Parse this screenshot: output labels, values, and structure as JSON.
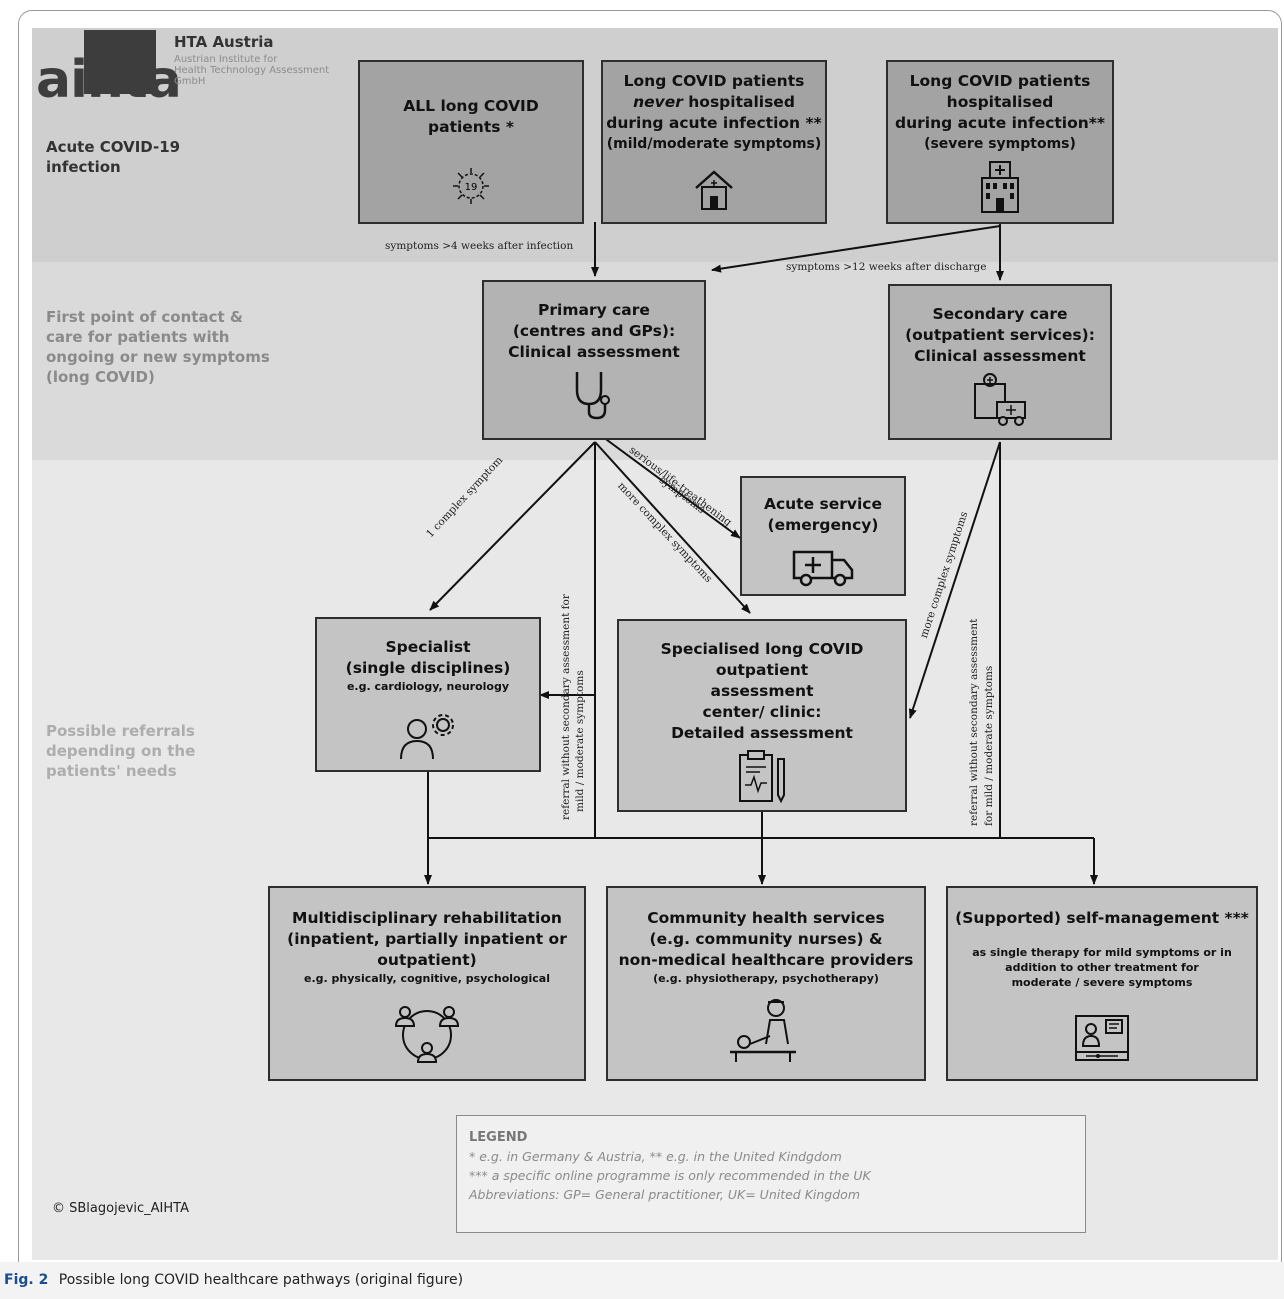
{
  "header": {
    "logo_text": "aihta",
    "org_name": "HTA Austria",
    "org_full_lines": [
      "Austrian Institute for",
      "Health Technology Assessment",
      "GmbH"
    ]
  },
  "side_labels": {
    "acute": [
      "Acute COVID-19",
      "infection"
    ],
    "first_contact": [
      "First point of contact  &",
      "care for patients with",
      "ongoing or new symptoms",
      "(long COVID)"
    ],
    "referrals": [
      "Possible referrals",
      "depending on the",
      "patients' needs"
    ]
  },
  "boxes": {
    "all_patients": {
      "lines": [
        "ALL long COVID",
        "patients *"
      ],
      "icon": "coronavirus-icon"
    },
    "never_hosp": {
      "line1": "Long COVID patients",
      "line2": "never",
      "line2b": " hospitalised",
      "line3": "during acute infection **",
      "line4": "(mild/moderate symptoms)",
      "icon": "house-icon"
    },
    "hosp": {
      "lines": [
        "Long COVID patients",
        "hospitalised",
        "during acute infection**",
        "(severe symptoms)"
      ],
      "icon": "hospital-building-icon"
    },
    "primary": {
      "lines": [
        "Primary care",
        "(centres and GPs):",
        "Clinical assessment"
      ],
      "icon": "stethoscope-icon"
    },
    "secondary": {
      "lines": [
        "Secondary care",
        "(outpatient services):",
        "Clinical assessment"
      ],
      "icon": "hospital-ambulance-icon"
    },
    "acute_service": {
      "lines": [
        "Acute service",
        "(emergency)"
      ],
      "icon": "ambulance-icon"
    },
    "specialist": {
      "lines": [
        "Specialist",
        "(single disciplines)"
      ],
      "sub": "e.g. cardiology, neurology",
      "icon": "specialist-icon"
    },
    "long_covid_clinic": {
      "lines": [
        "Specialised long COVID",
        "outpatient",
        "assessment",
        "center/ clinic:",
        "Detailed assessment"
      ],
      "icon": "clipboard-icon"
    },
    "rehab": {
      "lines": [
        "Multidisciplinary rehabilitation",
        "(inpatient, partially inpatient or",
        "outpatient)"
      ],
      "sub": "e.g. physically, cognitive, psychological",
      "icon": "team-icon"
    },
    "community": {
      "lines": [
        "Community health services",
        "(e.g. community nurses) &",
        "non-medical healthcare providers"
      ],
      "sub": "(e.g. physiotherapy, psychotherapy)",
      "icon": "physiotherapy-icon"
    },
    "self_mgmt": {
      "lines": [
        "(Supported) self-management ***"
      ],
      "sub_lines": [
        "as single therapy for mild symptoms or in",
        "addition to other treatment for",
        "moderate / severe symptoms"
      ],
      "icon": "online-programme-icon"
    }
  },
  "arrow_labels": {
    "four_weeks": "symptoms >4 weeks after infection",
    "twelve_weeks": "symptoms >12 weeks  after discharge",
    "one_complex": "1 complex symptom",
    "more_complex_1": "more complex symptoms",
    "serious": "serious/life-treathening",
    "serious_b": "symptoms",
    "more_complex_2": "more complex symptoms",
    "referral_a1": "referral without secondary assessment for",
    "referral_a2": "mild / moderate symptoms",
    "referral_b1": "referral without secondary assessment",
    "referral_b2": "for mild / moderate symptoms"
  },
  "legend": {
    "heading": "LEGEND",
    "items": [
      "* e.g. in Germany & Austria, ** e.g. in the United Kindgdom",
      "*** a specific online programme is only recommended in the UK",
      "Abbreviations: GP= General practitioner, UK= United Kingdom"
    ]
  },
  "copyright": "© SBlagojevic_AIHTA",
  "caption": {
    "label": "Fig. 2",
    "text": "Possible long COVID healthcare pathways (original figure)"
  }
}
